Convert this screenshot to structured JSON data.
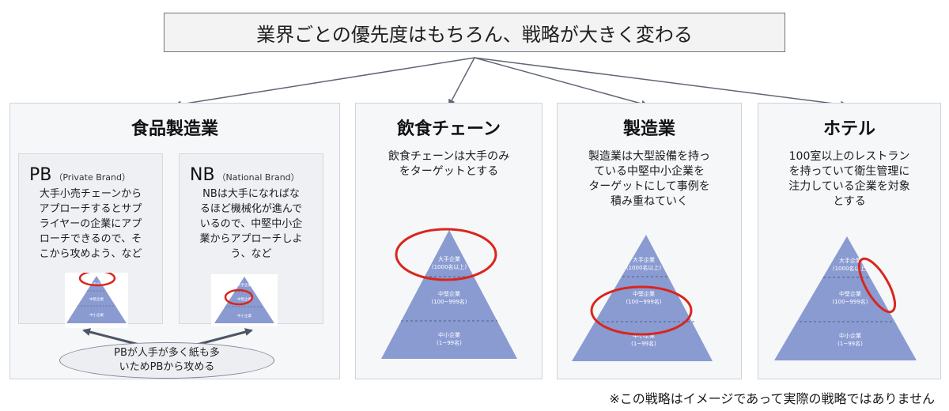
{
  "title": "業界ごとの優先度はもちろん、戦略が大きく変わる",
  "panels": {
    "food": {
      "title": "食品製造業",
      "pb": {
        "abbr": "PB",
        "full": "（Private Brand）",
        "desc_lines": [
          "大手小売チェーンから",
          "アプローチするとサプ",
          "ライヤーの企業にアプ",
          "ローチできるので、そ",
          "こから攻めよう、など"
        ]
      },
      "nb": {
        "abbr": "NB",
        "full": "（National  Brand）",
        "desc_lines": [
          "NBは大手になればな",
          "るほど機械化が進んで",
          "いるので、中堅中小企",
          "業からアプローチしよ",
          "う、など"
        ]
      },
      "note_lines": [
        "PBが人手が多く紙も多",
        "いためPBから攻める"
      ]
    },
    "restaurant": {
      "title": "飲食チェーン",
      "desc_lines": [
        "飲食チェーンは大手のみ",
        "をターゲットとする"
      ]
    },
    "manufacturing": {
      "title": "製造業",
      "desc_lines": [
        "製造業は大型設備を持っ",
        "ている中堅中小企業を",
        "ターゲットにして事例を",
        "積み重ねていく"
      ]
    },
    "hotel": {
      "title": "ホテル",
      "desc_lines": [
        "100室以上のレストラン",
        "を持っていて衛生管理に",
        "注力している企業を対象",
        "とする"
      ]
    }
  },
  "pyramid": {
    "tiers": [
      {
        "name": "大手企業",
        "range": "(1000名以上)"
      },
      {
        "name": "中堅企業",
        "range": "(100~999名)"
      },
      {
        "name": "中小企業",
        "range": "(1~99名)"
      }
    ],
    "fill_color": "#8a9bd2",
    "highlight_color": "#d9261c"
  },
  "footnote": "※この戦略はイメージであって実際の戦略ではありません"
}
